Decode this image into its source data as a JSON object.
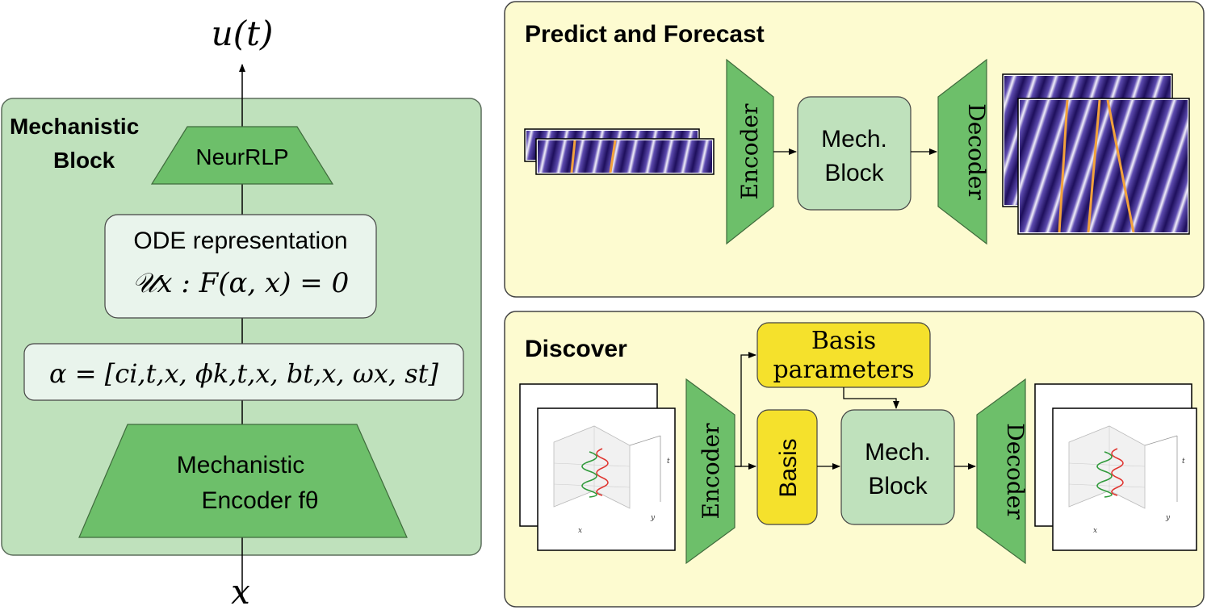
{
  "mechanistic_block": {
    "title_line1": "Mechanistic",
    "title_line2": "Block",
    "output_label": "u(t)",
    "input_label": "x",
    "neurrlp_label": "NeurRLP",
    "ode_title": "ODE representation",
    "ode_equation": "𝒰x : F(α, x) = 0",
    "alpha_equation": "α = [ci,t,x, ϕk,t,x, bt,x, ωx, st]",
    "encoder_line1": "Mechanistic",
    "encoder_line2": "Encoder fθ"
  },
  "predict_panel": {
    "title": "Predict and Forecast",
    "encoder_label": "Encoder",
    "mech_block_line1": "Mech.",
    "mech_block_line2": "Block",
    "decoder_label": "Decoder"
  },
  "discover_panel": {
    "title": "Discover",
    "basis_params_line1": "Basis",
    "basis_params_line2": "parameters",
    "basis_label": "Basis",
    "encoder_label": "Encoder",
    "mech_block_line1": "Mech.",
    "mech_block_line2": "Block",
    "decoder_label": "Decoder",
    "plot_axis_x": "x",
    "plot_axis_y": "y",
    "plot_axis_t": "t"
  },
  "colors": {
    "block_green": "#bfe1bc",
    "trapezoid_green": "#6dbf6a",
    "panel_yellow": "#fdfbd0",
    "basis_yellow": "#f5e12c",
    "box_light": "#e9f4ec",
    "wave_dark": "#2a1a6e"
  }
}
